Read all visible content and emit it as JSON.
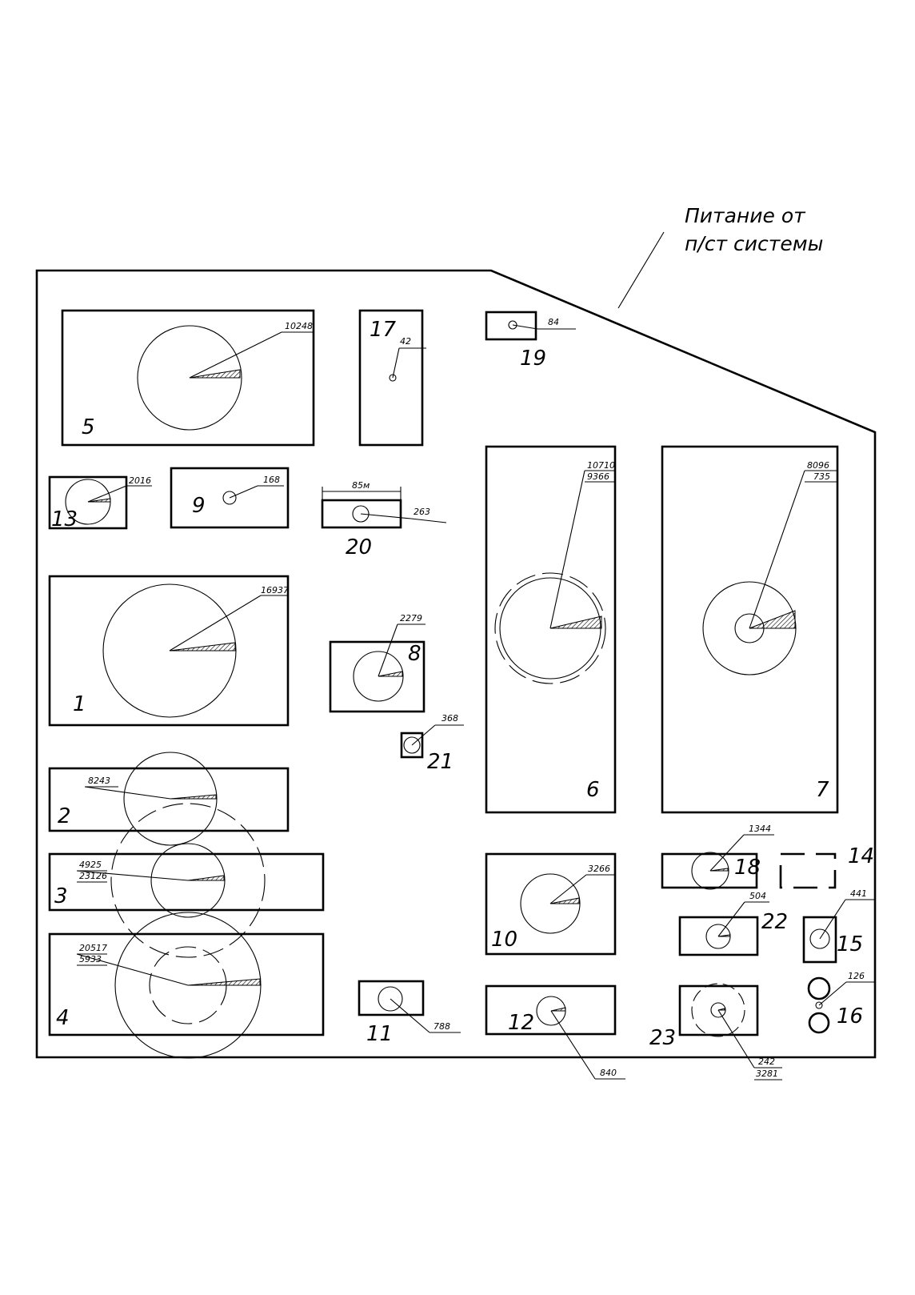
{
  "supply_label": {
    "line1": "Питание от",
    "line2": "п/ст системы"
  },
  "scale_label": "85м",
  "workshops": [
    {
      "id": "1",
      "loads": [
        "16937"
      ]
    },
    {
      "id": "2",
      "loads": [
        "8243"
      ]
    },
    {
      "id": "3",
      "loads": [
        "4925",
        "23126"
      ]
    },
    {
      "id": "4",
      "loads": [
        "20517",
        "5933"
      ]
    },
    {
      "id": "5",
      "loads": [
        "10248"
      ]
    },
    {
      "id": "6",
      "loads": [
        "10710",
        "9366"
      ]
    },
    {
      "id": "7",
      "loads": [
        "8096",
        "735"
      ]
    },
    {
      "id": "8",
      "loads": [
        "2279"
      ]
    },
    {
      "id": "9",
      "loads": [
        "168"
      ]
    },
    {
      "id": "10",
      "loads": [
        "3266"
      ]
    },
    {
      "id": "11",
      "loads": [
        "788"
      ]
    },
    {
      "id": "12",
      "loads": [
        "840"
      ]
    },
    {
      "id": "13",
      "loads": [
        "2016"
      ]
    },
    {
      "id": "14",
      "loads": []
    },
    {
      "id": "15",
      "loads": [
        "441"
      ]
    },
    {
      "id": "16",
      "loads": [
        "126"
      ]
    },
    {
      "id": "17",
      "loads": [
        "42"
      ]
    },
    {
      "id": "18",
      "loads": [
        "1344"
      ]
    },
    {
      "id": "19",
      "loads": [
        "84"
      ]
    },
    {
      "id": "20",
      "loads": [
        "263"
      ]
    },
    {
      "id": "21",
      "loads": [
        "368"
      ]
    },
    {
      "id": "22",
      "loads": [
        "504"
      ]
    },
    {
      "id": "23",
      "loads": [
        "242",
        "3281"
      ]
    }
  ]
}
